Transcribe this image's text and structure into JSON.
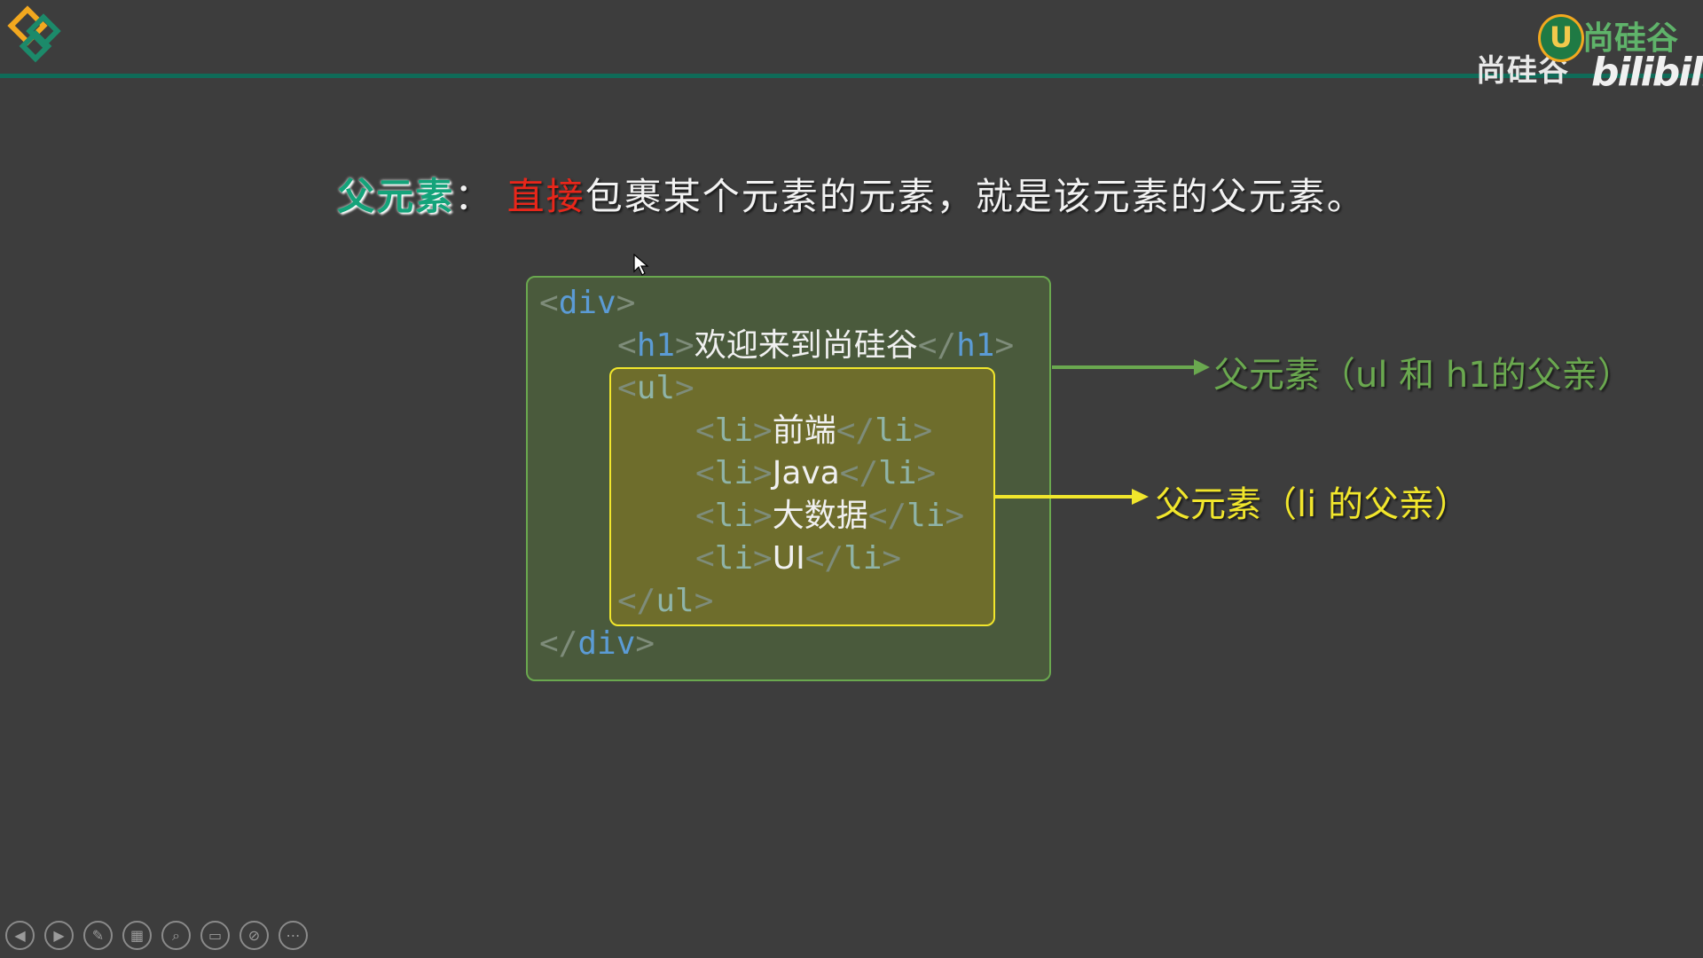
{
  "slide": {
    "headline": {
      "term": "父元素",
      "colon": "：",
      "emphasis": "直接",
      "rest": "包裹某个元素的元素，就是该元素的父元素。"
    },
    "code": {
      "div_open": "div",
      "h1_tag": "h1",
      "h1_text": "欢迎来到尚硅谷",
      "ul_tag": "ul",
      "li_tag": "li",
      "li_items": [
        "前端",
        "Java",
        "大数据",
        "UI"
      ],
      "div_close": "div"
    },
    "annotations": {
      "outer": "父元素（ul 和 h1的父亲）",
      "inner": "父元素（li 的父亲）"
    },
    "colors": {
      "outer_accent": "#6aa84f",
      "inner_accent": "#f1e62c",
      "emphasis": "#e8261a",
      "term": "#14a37a"
    }
  },
  "brand": {
    "name_top": "尚硅谷",
    "name_bottom": "尚硅谷",
    "platform": "bilibili",
    "logo_letter": "U"
  },
  "toolbar": {
    "buttons": [
      "previous-icon",
      "next-icon",
      "pen-icon",
      "slides-icon",
      "zoom-icon",
      "subtitle-icon",
      "camera-off-icon",
      "more-icon"
    ]
  }
}
